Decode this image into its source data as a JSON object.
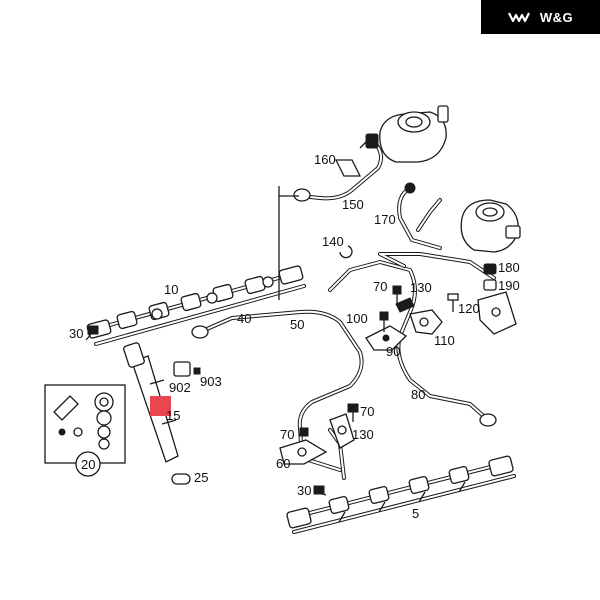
{
  "brand": {
    "name": "W&G",
    "icon": "wg-logo-icon"
  },
  "colors": {
    "highlight": "#e8474f",
    "brand_bg": "#000000",
    "ink": "#1a1a1a"
  },
  "labels": {
    "p160": "160",
    "p150": "150",
    "p170": "170",
    "p140": "140",
    "p180": "180",
    "p190": "190",
    "p10": "10",
    "p70a": "70",
    "p130a": "130",
    "p120": "120",
    "p30a": "30",
    "p40": "40",
    "p50": "50",
    "p100": "100",
    "p110": "110",
    "p90": "90",
    "p902": "902",
    "p903": "903",
    "p15": "15",
    "p80": "80",
    "p70b": "70",
    "p70c": "70",
    "p130b": "130",
    "p60": "60",
    "p20": "20",
    "p25": "25",
    "p30b": "30",
    "p5": "5"
  }
}
